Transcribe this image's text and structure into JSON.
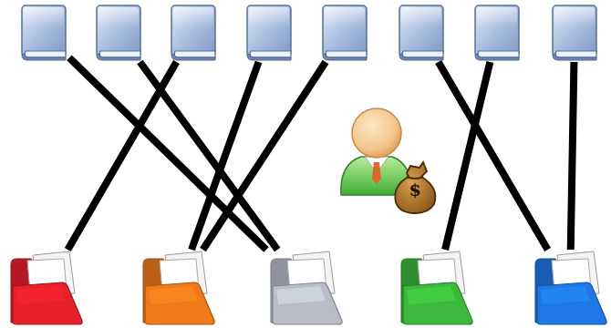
{
  "diagram": {
    "nodes": [
      {
        "text": []
      },
      {
        "text": []
      },
      {
        "text": []
      },
      {
        "text": []
      },
      {
        "text": []
      },
      {
        "text": []
      },
      {
        "text": []
      },
      {
        "text": []
      },
      {
        "text": []
      },
      {
        "text": []
      },
      {
        "text": []
      },
      {
        "text": []
      },
      {
        "text": []
      }
    ],
    "edges": [
      {
        "from": 0,
        "to": 10,
        "arrow": "none"
      },
      {
        "from": 1,
        "to": 10,
        "arrow": "none"
      },
      {
        "from": 2,
        "to": 8,
        "arrow": "none"
      },
      {
        "from": 3,
        "to": 9,
        "arrow": "none"
      },
      {
        "from": 4,
        "to": 9,
        "arrow": "none"
      },
      {
        "from": 5,
        "to": 12,
        "arrow": "none"
      },
      {
        "from": 6,
        "to": 11,
        "arrow": "none"
      },
      {
        "from": 7,
        "to": 12,
        "arrow": "none"
      }
    ],
    "labels": [
      "$"
    ]
  }
}
